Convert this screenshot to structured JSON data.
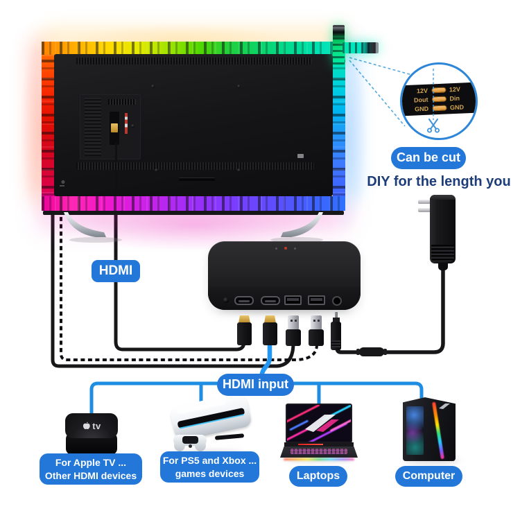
{
  "colors": {
    "label_blue": "#2277d8",
    "line_blue": "#1f8ee2",
    "hdmi_cable_blue": "#2196f3",
    "diy_text_blue": "#1d3d7a",
    "strip_pad_gold": "#edb469"
  },
  "callout": {
    "rows": [
      [
        "12V",
        "12V"
      ],
      [
        "Dout",
        "Din"
      ],
      [
        "GND",
        "GND"
      ]
    ],
    "button": "Can be cut",
    "caption": "DIY for the length you"
  },
  "cable_labels": {
    "hdmi": "HDMI",
    "hdmi_input": "HDMI input"
  },
  "apple_tv": {
    "mark": "tv",
    "caption1": "For Apple TV ...",
    "caption2": "Other HDMI devices"
  },
  "ps5": {
    "caption1": "For PS5 and Xbox ...",
    "caption2": "games devices"
  },
  "laptop": {
    "caption": "Laptops"
  },
  "computer": {
    "caption": "Computer"
  }
}
